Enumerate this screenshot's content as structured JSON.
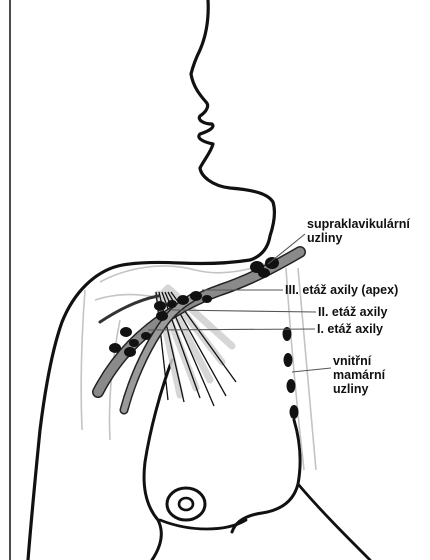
{
  "labels": {
    "supraclavicular": [
      "supraklavikulární",
      "uzliny"
    ],
    "axilla_level_3": "III. etáž axily (apex)",
    "axilla_level_2": "II. etáž axily",
    "axilla_level_1": "I. etáž axily",
    "internal_mammary": [
      "vnitřní",
      "mamární",
      "uzliny"
    ]
  },
  "colors": {
    "outline": "#111111",
    "lymph_node": "#111111",
    "vessel_band": "#8a8a8a",
    "muscle_fan": "#cfcfcf",
    "leader_line": "#555555"
  }
}
